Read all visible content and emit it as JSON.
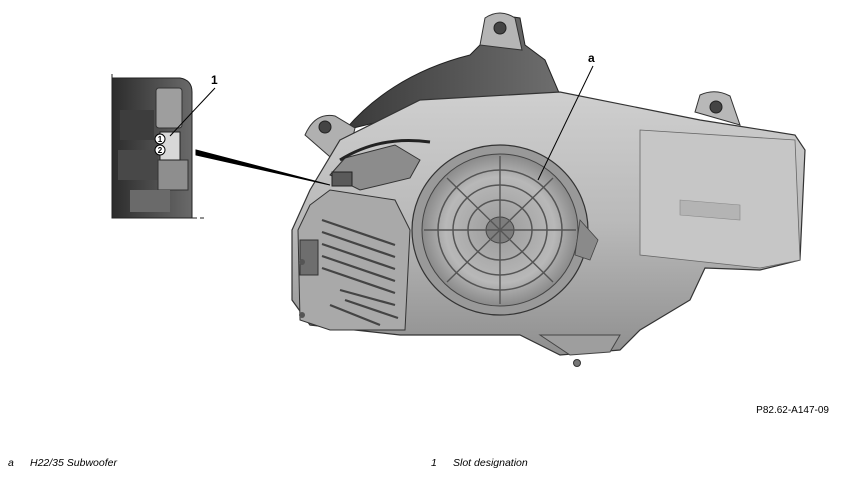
{
  "callouts": {
    "a": "a",
    "one": "1",
    "slot1": "1",
    "slot2": "2"
  },
  "figure_code": "P82.62-A147-09",
  "legend": [
    {
      "key": "a",
      "text": "H22/35 Subwoofer"
    },
    {
      "key": "1",
      "text": "Slot designation"
    }
  ]
}
